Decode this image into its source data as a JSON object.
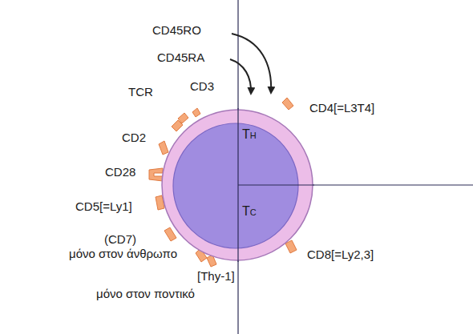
{
  "diagram": {
    "nodes": [
      {
        "text": [
          "TH",
          "TC"
        ]
      }
    ],
    "labels": [
      "CD45RO",
      "CD45RA",
      "TCR",
      "CD3",
      "CD4[=L3T4]",
      "CD2",
      "CD28",
      "CD5[=Ly1]",
      "(CD7)",
      "μόνο στον άνθρωπο",
      "[Thy-1]",
      "μόνο στον ποντικό",
      "CD8[=Ly2,3]"
    ]
  }
}
